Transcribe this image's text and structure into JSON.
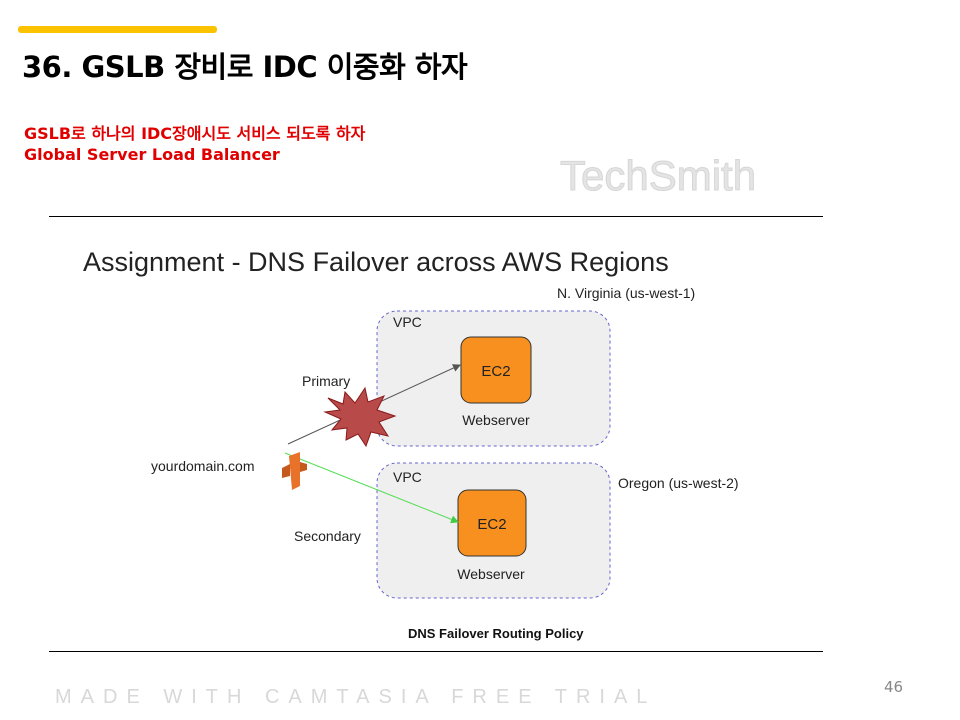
{
  "slide": {
    "title": "36. GSLB 장비로 IDC 이중화 하자",
    "subtitle_1": "GSLB로   하나의 IDC장애시도 서비스 되도록 하자",
    "subtitle_2": "Global Server Load Balancer",
    "page_number": "46",
    "accent_color": "#fbc200"
  },
  "diagram": {
    "heading": "Assignment - DNS Failover across AWS Regions",
    "region_1": "N. Virginia (us-west-1)",
    "region_2": "Oregon (us-west-2)",
    "vpc_label": "VPC",
    "ec2_label": "EC2",
    "server_label": "Webserver",
    "domain": "yourdomain.com",
    "primary": "Primary",
    "secondary": "Secondary",
    "caption": "DNS Failover Routing Policy",
    "ec2_color": "#f7901e"
  },
  "watermark": {
    "logo": "TechSmith",
    "banner": "MADE WITH CAMTASIA FREE TRIAL"
  }
}
